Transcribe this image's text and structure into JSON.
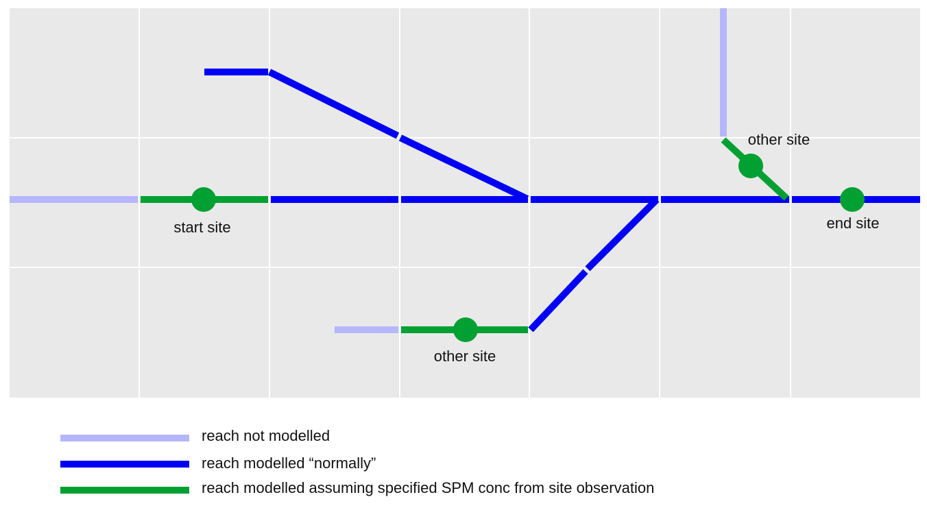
{
  "colors": {
    "panel_background": "#e9e9e9",
    "grid": "#ffffff",
    "not_modelled": "#b6b6ff",
    "modelled_normally": "#0000f5",
    "modelled_site_obs": "#00a032",
    "site_marker": "#00a032",
    "text": "#111111"
  },
  "sites": [
    {
      "id": "start",
      "label": "start site"
    },
    {
      "id": "other-top-right",
      "label": "other site"
    },
    {
      "id": "end",
      "label": "end site"
    },
    {
      "id": "other-bottom",
      "label": "other site"
    }
  ],
  "legend": [
    {
      "kind": "not_modelled",
      "label": "reach not modelled"
    },
    {
      "kind": "modelled_normally",
      "label": "reach modelled “normally”"
    },
    {
      "kind": "modelled_site_obs",
      "label": "reach modelled assuming specified SPM conc from site observation"
    }
  ]
}
